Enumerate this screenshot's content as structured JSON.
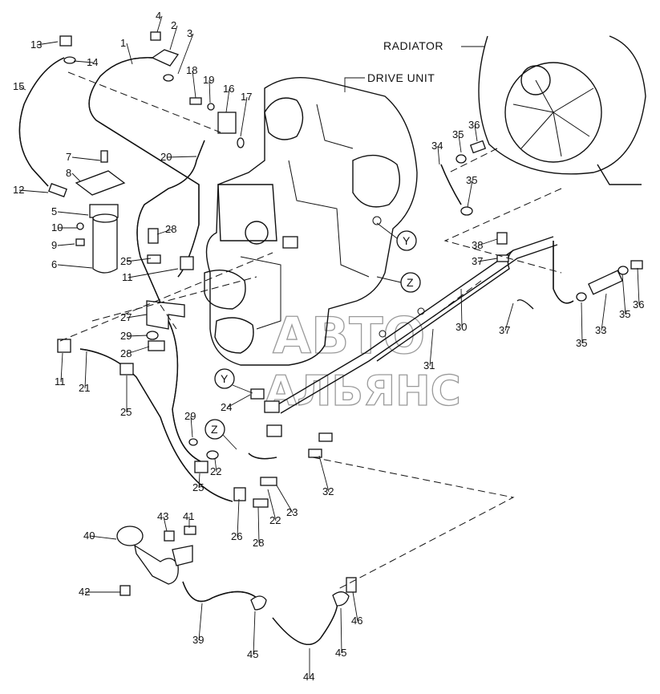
{
  "labels": {
    "radiator": "RADIATOR",
    "drive_unit": "DRIVE UNIT"
  },
  "refs": {
    "y": "Y",
    "z": "Z"
  },
  "watermark": {
    "line1": "АВТО",
    "line2": "АЛЬЯНС"
  },
  "callouts": [
    "13",
    "14",
    "1",
    "4",
    "2",
    "3",
    "18",
    "19",
    "16",
    "17",
    "15",
    "20",
    "7",
    "8",
    "12",
    "5",
    "10",
    "9",
    "6",
    "28",
    "25",
    "11",
    "27",
    "29",
    "28",
    "11",
    "21",
    "25",
    "24",
    "29",
    "22",
    "25",
    "22",
    "23",
    "26",
    "28",
    "32",
    "40",
    "43",
    "41",
    "42",
    "39",
    "45",
    "44",
    "45",
    "46",
    "35",
    "36",
    "34",
    "35",
    "38",
    "37",
    "35",
    "33",
    "35",
    "36",
    "37",
    "30",
    "31"
  ]
}
